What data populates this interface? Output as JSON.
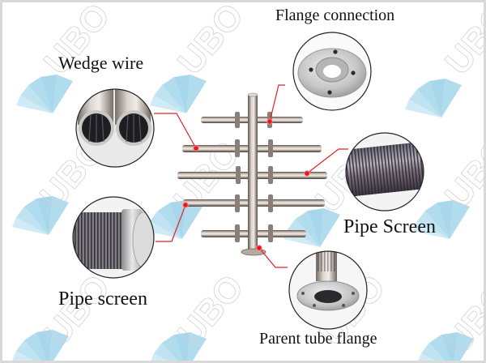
{
  "diagram": {
    "subject": "Header lateral screen assembly",
    "watermark": {
      "text": "UBO",
      "logo_icon": "fan-logo-icon",
      "logo_color": "#9fd3ea"
    },
    "callout_color": "#e0202a",
    "callouts": [
      {
        "id": "flange-connection",
        "label": "Flange connection",
        "points_to": "flange on top-right lateral arm"
      },
      {
        "id": "wedge-wire",
        "label": "Wedge wire",
        "points_to": "second-row left lateral pipe"
      },
      {
        "id": "pipe-screen-right",
        "label": "Pipe Screen",
        "points_to": "middle-row right lateral pipe"
      },
      {
        "id": "pipe-screen-left",
        "label": "Pipe screen",
        "points_to": "fourth-row left lateral pipe"
      },
      {
        "id": "parent-tube-flange",
        "label": "Parent tube flange",
        "points_to": "base flange of central header tube"
      }
    ],
    "assembly": {
      "lateral_rows": 5,
      "arms_per_row": 2
    }
  }
}
